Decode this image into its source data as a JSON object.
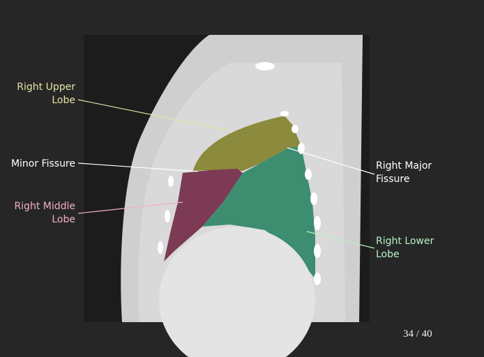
{
  "labels": {
    "upper": "Right Upper\nLobe",
    "minor": "Minor Fissure",
    "middle": "Right Middle\nLobe",
    "major": "Right Major\nFissure",
    "lower": "Right Lower\nLobe"
  },
  "page_number": "34 / 40",
  "colors": {
    "upper": "#e6e2a6",
    "middle": "#f0b0c8",
    "lower": "#b8f0c4",
    "upper_fill": "#8c8a3c",
    "middle_fill": "#7c3a54",
    "lower_fill": "#3d8d70"
  }
}
